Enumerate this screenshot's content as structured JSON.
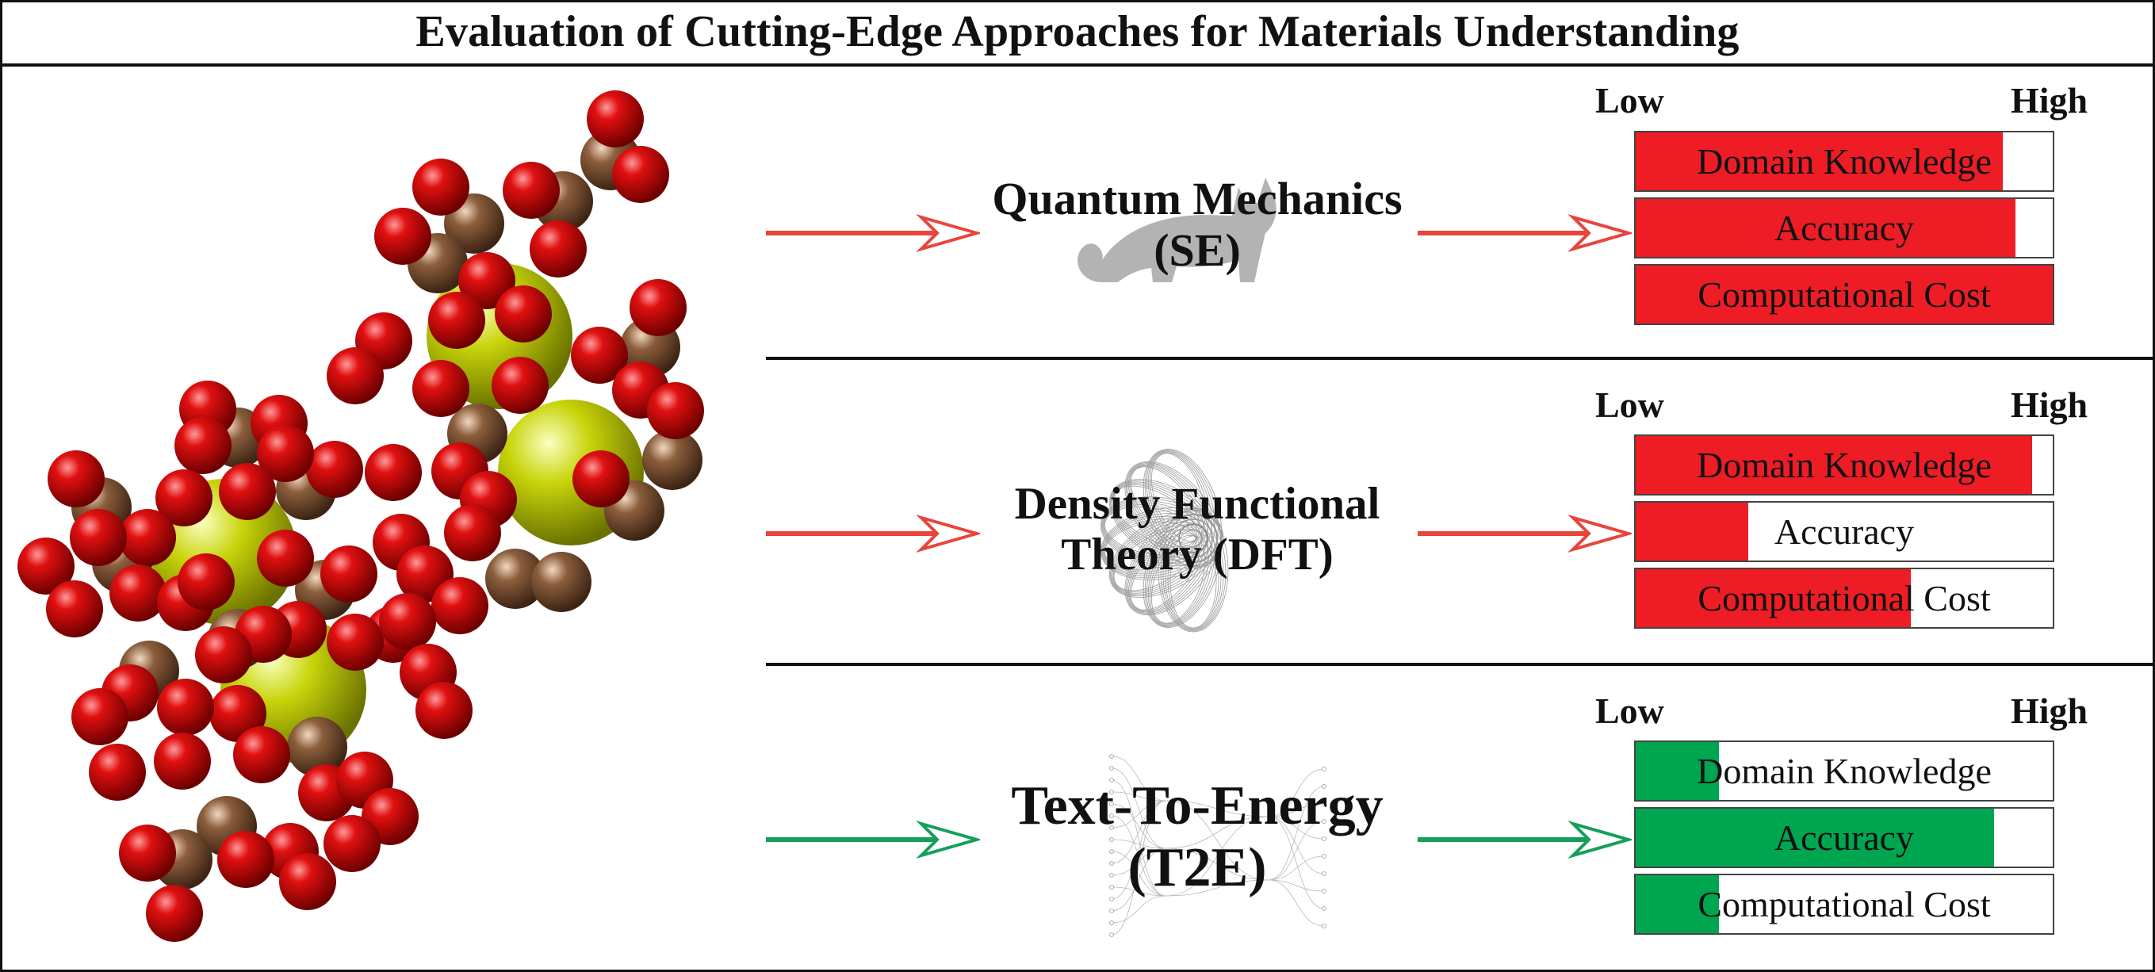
{
  "title": "Evaluation of Cutting-Edge Approaches for Materials Understanding",
  "colors": {
    "red": "#ee1c25",
    "green": "#00a550",
    "arrow_red": "#e8453c",
    "arrow_green": "#14a05a",
    "atom_oxygen": "#cc0000",
    "atom_carbon": "#7a5230",
    "atom_metal": "#c2d100"
  },
  "scale": {
    "low": "Low",
    "high": "High"
  },
  "methods": [
    {
      "name_line1": "Quantum Mechanics",
      "name_line2": "(SE)",
      "icon": "cat-silhouette-icon",
      "arrow_color": "red",
      "bars": [
        {
          "label": "Domain Knowledge",
          "level": 0.88,
          "color": "red"
        },
        {
          "label": "Accuracy",
          "level": 0.91,
          "color": "red"
        },
        {
          "label": "Computational Cost",
          "level": 1.0,
          "color": "red"
        }
      ]
    },
    {
      "name_line1": "Density Functional",
      "name_line2": "Theory (DFT)",
      "icon": "spirograph-icon",
      "arrow_color": "red",
      "bars": [
        {
          "label": "Domain Knowledge",
          "level": 0.95,
          "color": "red"
        },
        {
          "label": "Accuracy",
          "level": 0.27,
          "color": "red"
        },
        {
          "label": "Computational Cost",
          "level": 0.66,
          "color": "red"
        }
      ]
    },
    {
      "name_line1": "Text-To-Energy",
      "name_line2": "(T2E)",
      "icon": "neural-network-icon",
      "arrow_color": "green",
      "bars": [
        {
          "label": "Domain Knowledge",
          "level": 0.2,
          "color": "green"
        },
        {
          "label": "Accuracy",
          "level": 0.86,
          "color": "green"
        },
        {
          "label": "Computational Cost",
          "level": 0.2,
          "color": "green"
        }
      ]
    }
  ]
}
